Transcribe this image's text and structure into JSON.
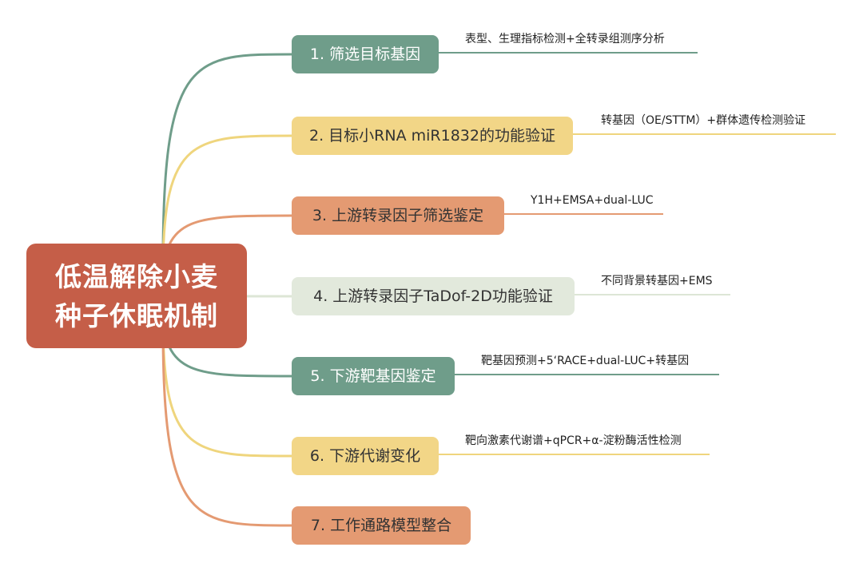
{
  "colors": {
    "teal": "#6f9d8a",
    "yellow": "#f2d687",
    "orange": "#e49a72",
    "pale": "#e2e9dc",
    "central": "#c55e48"
  },
  "central": {
    "title": "低温解除小麦种子休眠机制"
  },
  "branches": [
    {
      "label": "1. 筛选目标基因",
      "note": "表型、生理指标检测+全转录组测序分析",
      "color": "teal"
    },
    {
      "label": "2. 目标小RNA miR1832的功能验证",
      "note": "转基因（OE/STTM）+群体遗传检测验证",
      "color": "yellow"
    },
    {
      "label": "3. 上游转录因子筛选鉴定",
      "note": "Y1H+EMSA+dual-LUC",
      "color": "orange"
    },
    {
      "label": "4. 上游转录因子TaDof-2D功能验证",
      "note": "不同背景转基因+EMS",
      "color": "pale"
    },
    {
      "label": "5. 下游靶基因鉴定",
      "note": "靶基因预测+5‘RACE+dual-LUC+转基因",
      "color": "teal"
    },
    {
      "label": "6. 下游代谢变化",
      "note": "靶向激素代谢谱+qPCR+α-淀粉酶活性检测",
      "color": "yellow"
    },
    {
      "label": "7. 工作通路模型整合",
      "note": "",
      "color": "orange"
    }
  ]
}
